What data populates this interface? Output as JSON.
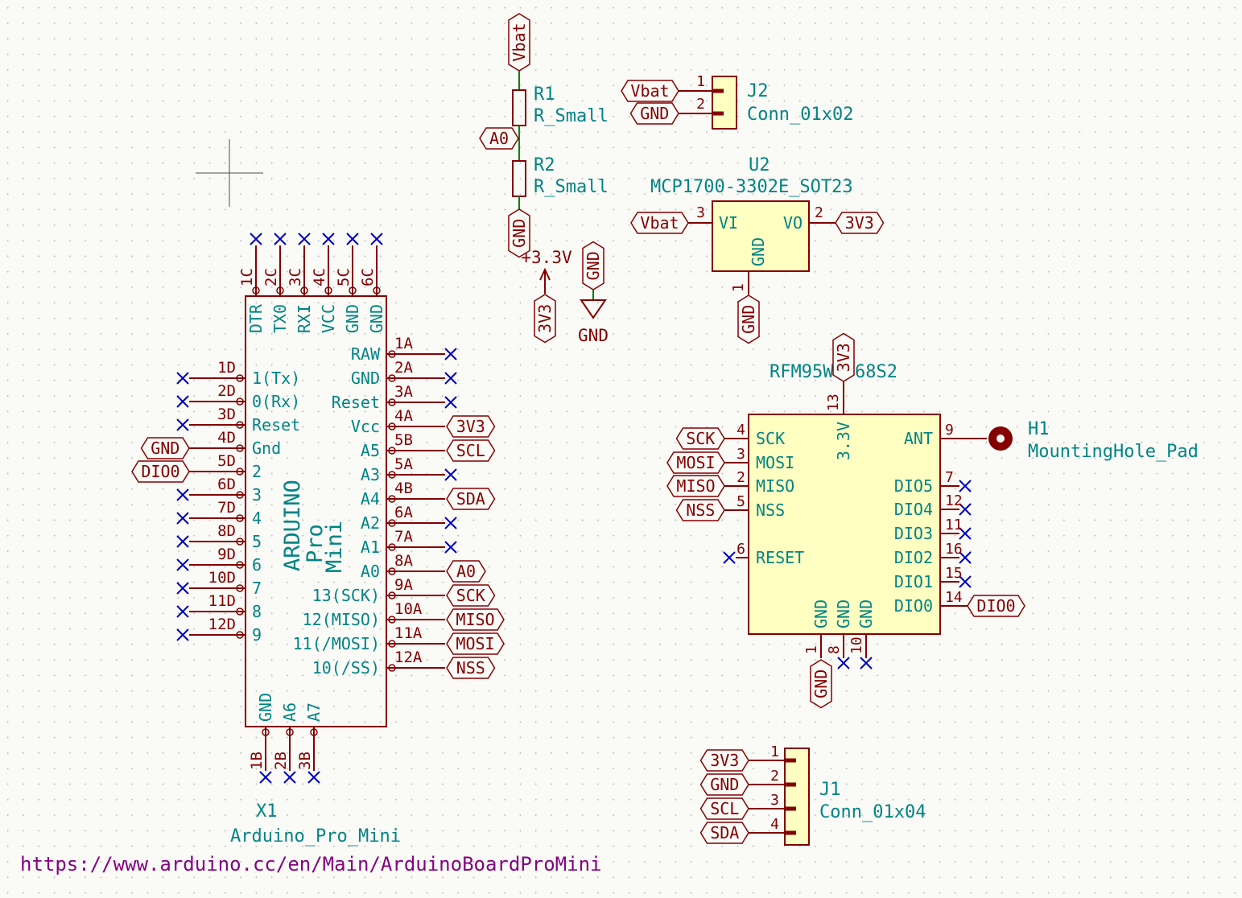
{
  "meta": {
    "note_url": "https://www.arduino.cc/en/Main/ArduinoBoardProMini"
  },
  "colors": {
    "bg": "#fafaf6",
    "grid": "#c2c2c2",
    "device": "#840000",
    "fill": "#ffffc2",
    "name": "#008484",
    "noconnect": "#0000c2",
    "wire": "#008400",
    "note": "#840084"
  },
  "arduino": {
    "ref": "X1",
    "value": "Arduino_Pro_Mini",
    "body_lines": [
      "ARDUINO",
      "Pro",
      "Mini"
    ],
    "top_pins": [
      {
        "label": "1C",
        "name": "DTR",
        "nc": true
      },
      {
        "label": "2C",
        "name": "TX0",
        "nc": true
      },
      {
        "label": "3C",
        "name": "RXI",
        "nc": true
      },
      {
        "label": "4C",
        "name": "VCC",
        "nc": true
      },
      {
        "label": "5C",
        "name": "GND",
        "nc": true
      },
      {
        "label": "6C",
        "name": "GND",
        "nc": true
      }
    ],
    "left_pins": [
      {
        "label": "1D",
        "name": "1(Tx)",
        "nc": true
      },
      {
        "label": "2D",
        "name": "0(Rx)",
        "nc": true
      },
      {
        "label": "3D",
        "name": "Reset",
        "nc": true
      },
      {
        "label": "4D",
        "name": "Gnd",
        "net": "GND"
      },
      {
        "label": "5D",
        "name": "2",
        "net": "DIO0"
      },
      {
        "label": "6D",
        "name": "3",
        "nc": true
      },
      {
        "label": "7D",
        "name": "4",
        "nc": true
      },
      {
        "label": "8D",
        "name": "5",
        "nc": true
      },
      {
        "label": "9D",
        "name": "6",
        "nc": true
      },
      {
        "label": "10D",
        "name": "7",
        "nc": true
      },
      {
        "label": "11D",
        "name": "8",
        "nc": true
      },
      {
        "label": "12D",
        "name": "9",
        "nc": true
      }
    ],
    "right_pins": [
      {
        "label": "1A",
        "name": "RAW",
        "nc": true
      },
      {
        "label": "2A",
        "name": "GND",
        "nc": true
      },
      {
        "label": "3A",
        "name": "Reset",
        "nc": true
      },
      {
        "label": "4A",
        "name": "Vcc",
        "net": "3V3"
      },
      {
        "label": "5B",
        "name": "A5",
        "net": "SCL"
      },
      {
        "label": "5A",
        "name": "A3",
        "nc": true
      },
      {
        "label": "4B",
        "name": "A4",
        "net": "SDA"
      },
      {
        "label": "6A",
        "name": "A2",
        "nc": true
      },
      {
        "label": "7A",
        "name": "A1",
        "nc": true
      },
      {
        "label": "8A",
        "name": "A0",
        "net": "A0"
      },
      {
        "label": "9A",
        "name": "13(SCK)",
        "net": "SCK"
      },
      {
        "label": "10A",
        "name": "12(MISO)",
        "net": "MISO"
      },
      {
        "label": "11A",
        "name": "11(/MOSI)",
        "net": "MOSI"
      },
      {
        "label": "12A",
        "name": "10(/SS)",
        "net": "NSS"
      }
    ],
    "bottom_pins": [
      {
        "label": "1B",
        "name": "GND",
        "nc": true
      },
      {
        "label": "2B",
        "name": "A6",
        "nc": true
      },
      {
        "label": "3B",
        "name": "A7",
        "nc": true
      }
    ]
  },
  "r_chain": {
    "top_flag": "Vbat",
    "resistors": [
      {
        "ref": "R1",
        "value": "R_Small"
      },
      {
        "ref": "R2",
        "value": "R_Small"
      }
    ],
    "mid_label": "A0",
    "bottom_label": "GND"
  },
  "power_flags": {
    "p33": {
      "symbol_text": "+3.3V",
      "label": "3V3"
    },
    "gnd": {
      "label": "GND",
      "symbol_text": "GND"
    }
  },
  "j2": {
    "ref": "J2",
    "value": "Conn_01x02",
    "pins": [
      {
        "num": "1",
        "net": "Vbat"
      },
      {
        "num": "2",
        "net": "GND"
      }
    ]
  },
  "u2": {
    "ref": "U2",
    "value": "MCP1700-3302E_SOT23",
    "left_pin": {
      "num": "3",
      "name": "VI",
      "net": "Vbat"
    },
    "right_pin": {
      "num": "2",
      "name": "VO",
      "net": "3V3"
    },
    "inner_gnd": "GND",
    "bottom_pin": {
      "num": "1",
      "net": "GND"
    }
  },
  "rfm": {
    "value": "RFM95W-868S2",
    "top_pin": {
      "num": "13",
      "name": "3.3V",
      "net": "3V3"
    },
    "left_pins": [
      {
        "num": "4",
        "name": "SCK",
        "net": "SCK"
      },
      {
        "num": "3",
        "name": "MOSI",
        "net": "MOSI"
      },
      {
        "num": "2",
        "name": "MISO",
        "net": "MISO"
      },
      {
        "num": "5",
        "name": "NSS",
        "net": "NSS"
      },
      {
        "num": "6",
        "name": "RESET",
        "nc": true
      }
    ],
    "right_pins": [
      {
        "num": "9",
        "name": "ANT",
        "pad": true
      },
      {
        "num": "7",
        "name": "DIO5",
        "nc": true
      },
      {
        "num": "12",
        "name": "DIO4",
        "nc": true
      },
      {
        "num": "11",
        "name": "DIO3",
        "nc": true
      },
      {
        "num": "16",
        "name": "DIO2",
        "nc": true
      },
      {
        "num": "15",
        "name": "DIO1",
        "nc": true
      },
      {
        "num": "14",
        "name": "DIO0",
        "net": "DIO0"
      }
    ],
    "bottom_pins": [
      {
        "num": "1",
        "name": "GND",
        "net": "GND"
      },
      {
        "num": "8",
        "name": "GND",
        "nc": true
      },
      {
        "num": "10",
        "name": "GND",
        "nc": true
      }
    ]
  },
  "h1": {
    "ref": "H1",
    "value": "MountingHole_Pad"
  },
  "j1": {
    "ref": "J1",
    "value": "Conn_01x04",
    "pins": [
      {
        "num": "1",
        "net": "3V3"
      },
      {
        "num": "2",
        "net": "GND"
      },
      {
        "num": "3",
        "net": "SCL"
      },
      {
        "num": "4",
        "net": "SDA"
      }
    ]
  }
}
